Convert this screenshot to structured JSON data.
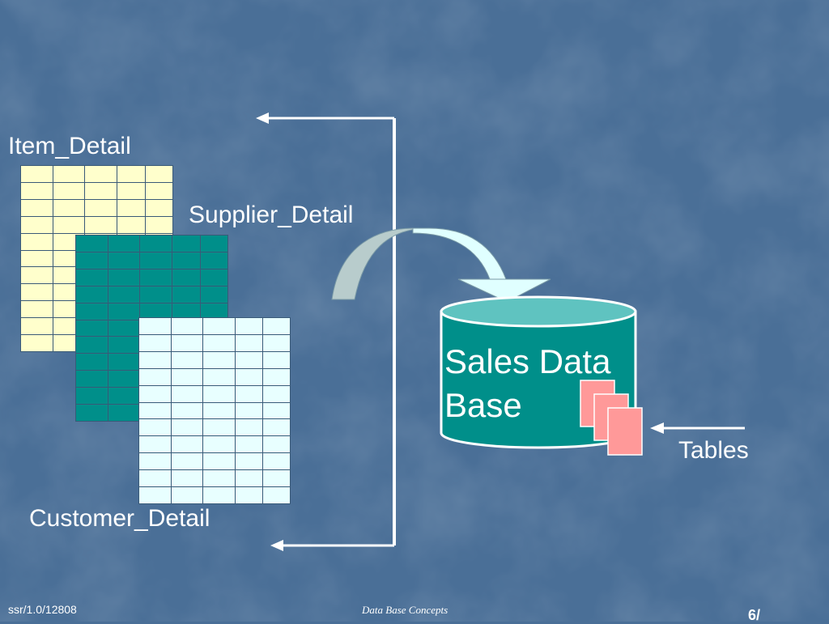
{
  "diagram": {
    "tables": {
      "item_detail": {
        "label": "Item_Detail",
        "fill": "#ffffcc"
      },
      "supplier_detail": {
        "label": "Supplier_Detail",
        "fill": "#008f8a"
      },
      "customer_detail": {
        "label": "Customer_Detail",
        "fill": "#e8ffff"
      }
    },
    "database": {
      "label_line1": "Sales Data",
      "label_line2": "Base",
      "fill": "#008f8a"
    },
    "tables_label": "Tables",
    "colors": {
      "background": "#4a6f97",
      "arrow": "#ffffff",
      "curved_arrow_top": "#e0ffff",
      "curved_arrow_side": "#b8cccc",
      "table_pages": "#ff9999"
    }
  },
  "footer": {
    "left": "ssr/1.0/12808",
    "center": "Data Base  Concepts",
    "page": "6/"
  }
}
